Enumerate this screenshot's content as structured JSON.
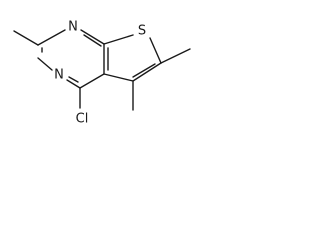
{
  "molecule": {
    "atoms": {
      "sulfur": "S",
      "nitrogen_top": "N",
      "nitrogen_left": "N",
      "chlorine": "Cl"
    },
    "colors": {
      "bond": "#1a1a1a",
      "label": "#1a1a1a",
      "background": "#ffffff"
    }
  }
}
